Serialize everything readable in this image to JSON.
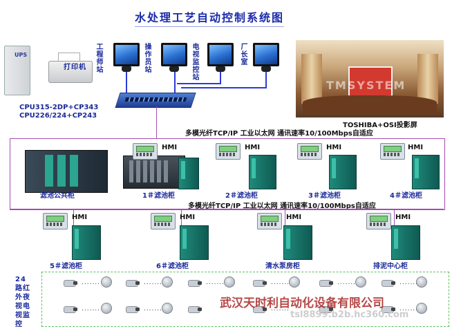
{
  "title": "水处理工艺自动控制系统图",
  "top_left": {
    "ups_label": "UPS",
    "printer_label": "打印机",
    "cpu_line1": "CPU315-2DP+CP343",
    "cpu_line2": "CPU226/224+CP243"
  },
  "stations": [
    {
      "label": "工程师站"
    },
    {
      "label": "操作员站"
    },
    {
      "label": "电视监控站"
    },
    {
      "label": "厂长室"
    }
  ],
  "projector": {
    "caption": "TOSHIBA+OSI投影屏",
    "screen_watermark": "TMSYSTEM"
  },
  "network1_label": "多模光纤TCP/IP 工业以太网 通讯速率10/100Mbps自适应",
  "network2_label": "多模光纤TCP/IP 工业以太网 通讯速率10/100Mbps自适应",
  "hmi_label": "HMI",
  "row1_cabinets": [
    "滤池公共柜",
    "1＃滤池柜",
    "2＃滤池柜",
    "3＃滤池柜",
    "4＃滤池柜"
  ],
  "row2_cabinets": [
    "5＃滤池柜",
    "6＃滤池柜",
    "清水泵房柜",
    "排泥中心柜"
  ],
  "cctv_label": "24路红外夜视电视监控",
  "cctv_separator": ".......",
  "watermark": {
    "line1": "武汉天时利自动化设备有限公司",
    "line2": "tsl8899.b2b.hc360.com"
  }
}
